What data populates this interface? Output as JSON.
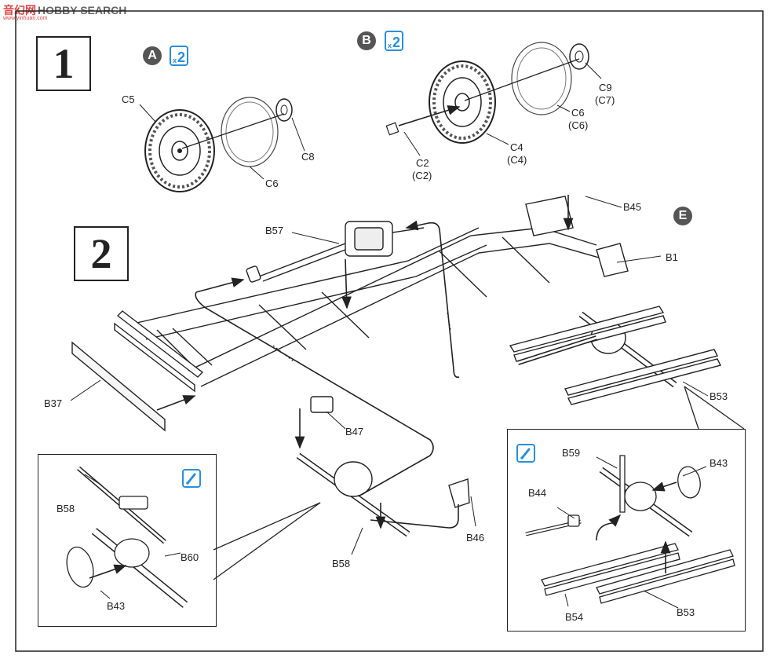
{
  "watermark": {
    "cn": "音幻网",
    "en": "HOBBY SEARCH",
    "url": "www.yinhuan.com"
  },
  "steps": [
    {
      "number": "1"
    },
    {
      "number": "2"
    }
  ],
  "badges": {
    "a": {
      "letter": "A",
      "count": "2",
      "x": "x"
    },
    "b": {
      "letter": "B",
      "count": "2",
      "x": "x"
    },
    "e": {
      "letter": "E"
    }
  },
  "labels": {
    "c5": "C5",
    "c6_a": "C6",
    "c8": "C8",
    "c2": "C2",
    "c2_alt": "(C2)",
    "c4": "C4",
    "c4_alt": "(C4)",
    "c6_b": "C6",
    "c6_b_alt": "(C6)",
    "c9": "C9",
    "c9_alt": "(C7)",
    "b45": "B45",
    "b1": "B1",
    "b57": "B57",
    "b53": "B53",
    "b37": "B37",
    "b47": "B47",
    "b46": "B46",
    "b58": "B58",
    "inset_left": {
      "b58": "B58",
      "b60": "B60",
      "b43": "B43"
    },
    "inset_right": {
      "b59": "B59",
      "b43": "B43",
      "b44": "B44",
      "b54": "B54",
      "b53": "B53"
    }
  },
  "icons": {
    "tip_left": "tip-icon",
    "tip_right": "tip-icon"
  }
}
